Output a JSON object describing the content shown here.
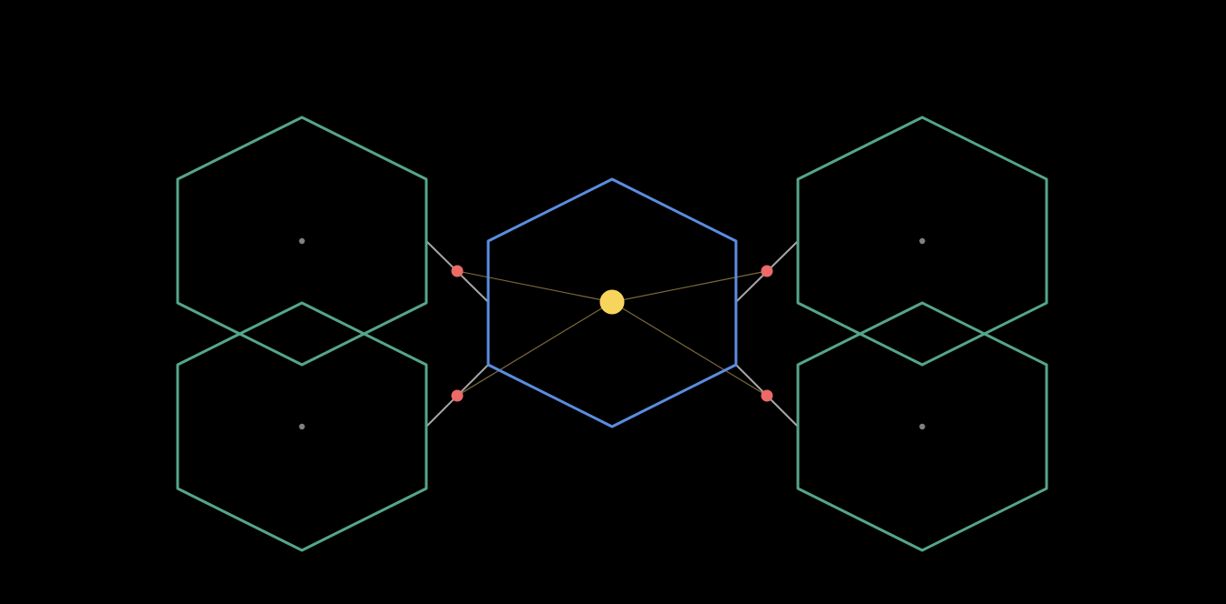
{
  "diagram": {
    "background": "#000000",
    "colors": {
      "outer_hexagon_stroke": "#55a58c",
      "center_hexagon_stroke": "#5b8de0",
      "connector_line": "#a6a6a6",
      "guide_line": "#7a6a3a",
      "junction_dot": "#ec6a67",
      "center_dot": "#f7d55c",
      "hexagon_center_dot": "#808080"
    },
    "shapes": {
      "center_hexagon": "central node",
      "outer_hexagons": [
        "top-left",
        "bottom-left",
        "top-right",
        "bottom-right"
      ],
      "junctions": 4
    }
  }
}
